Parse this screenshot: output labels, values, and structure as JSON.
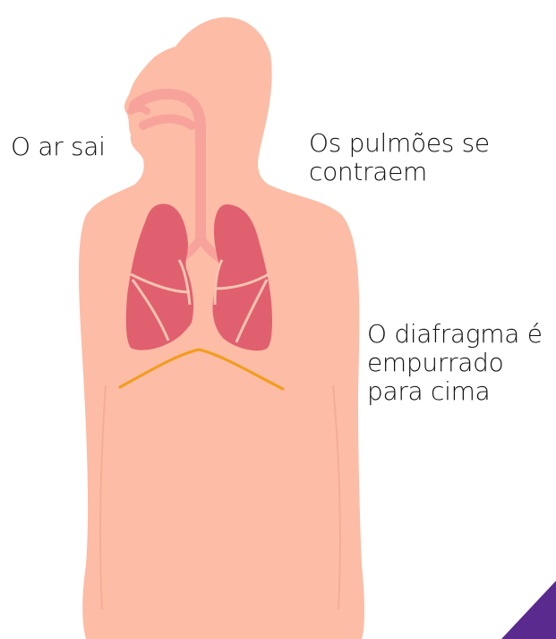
{
  "labels": {
    "air_out": "O ar sai",
    "lungs_line1": "Os pulmões se",
    "lungs_line2": "contraem",
    "diaphragm_line1": "O diafragma é",
    "diaphragm_line2": "empurrado",
    "diaphragm_line3": "para cima"
  },
  "colors": {
    "body": "#FDBCA5",
    "airway": "#F7A39B",
    "lungs": "#E0606F",
    "lung_lines": "#F7C3B1",
    "diaphragm": "#F39C1A",
    "corner_accent": "#5B2A8E"
  }
}
